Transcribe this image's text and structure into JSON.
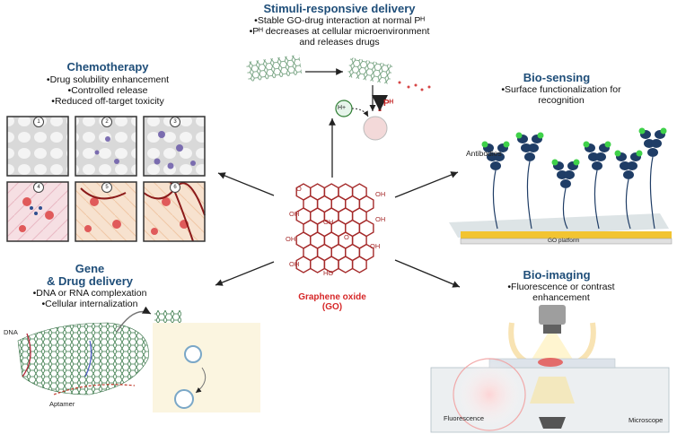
{
  "center": {
    "label_line1": "Graphene oxide",
    "label_line2": "(GO)",
    "oh": "OH",
    "o": "O",
    "hoo": "HO"
  },
  "stimuli": {
    "title": "Stimuli-responsive delivery",
    "bullets": [
      "•Stable GO-drug interaction at normal Pᴴ",
      "•Pᴴ decreases at cellular microenvironment",
      "and releases drugs"
    ],
    "h_label": "H+",
    "ph_label": "Pᴴ"
  },
  "chemo": {
    "title": "Chemotherapy",
    "bullets": [
      "•Drug solubility enhancement",
      "•Controlled release",
      "•Reduced off-target toxicity"
    ],
    "stages": [
      "1",
      "2",
      "3",
      "4",
      "5",
      "6"
    ]
  },
  "biosensing": {
    "title": "Bio-sensing",
    "bullets": [
      "•Surface functionalization for",
      "recognition"
    ],
    "antibodies_label": "Antibodies",
    "platform_label": "GO platform"
  },
  "gene": {
    "title_line1": "Gene",
    "title_line2": "& Drug delivery",
    "bullets": [
      "•DNA or RNA complexation",
      "•Cellular internalization"
    ],
    "dna_label": "DNA",
    "aptamer_label": "Aptamer"
  },
  "bioimaging": {
    "title": "Bio-imaging",
    "bullets": [
      "•Fluorescence or contrast",
      "enhancement"
    ],
    "fluorescence_label": "Fluorescence",
    "microscope_label": "Microscope"
  },
  "colors": {
    "title_blue": "#1f4e79",
    "go_red": "#a52a2a",
    "go_label": "#d62728",
    "antibody": "#1f3d66",
    "green_tip": "#3fd14a"
  }
}
